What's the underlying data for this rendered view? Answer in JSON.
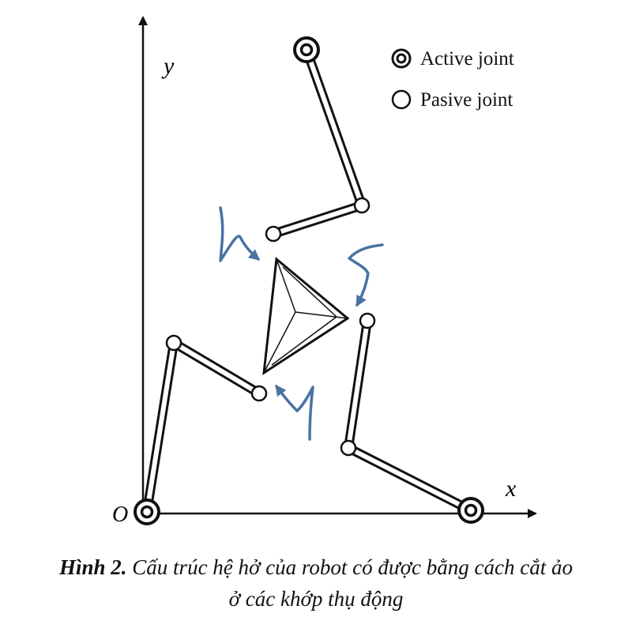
{
  "axes": {
    "x_label": "x",
    "y_label": "y",
    "origin_label": "O"
  },
  "legend": {
    "active": "Active joint",
    "passive": "Pasive joint"
  },
  "caption": {
    "bold": "Hình 2.",
    "line1": " Cấu trúc hệ hở của robot có được bằng cách cắt ảo",
    "line2": "ở các khớp thụ động"
  },
  "colors": {
    "ink": "#111111",
    "arrow": "#4a72a3",
    "background": "#ffffff"
  }
}
